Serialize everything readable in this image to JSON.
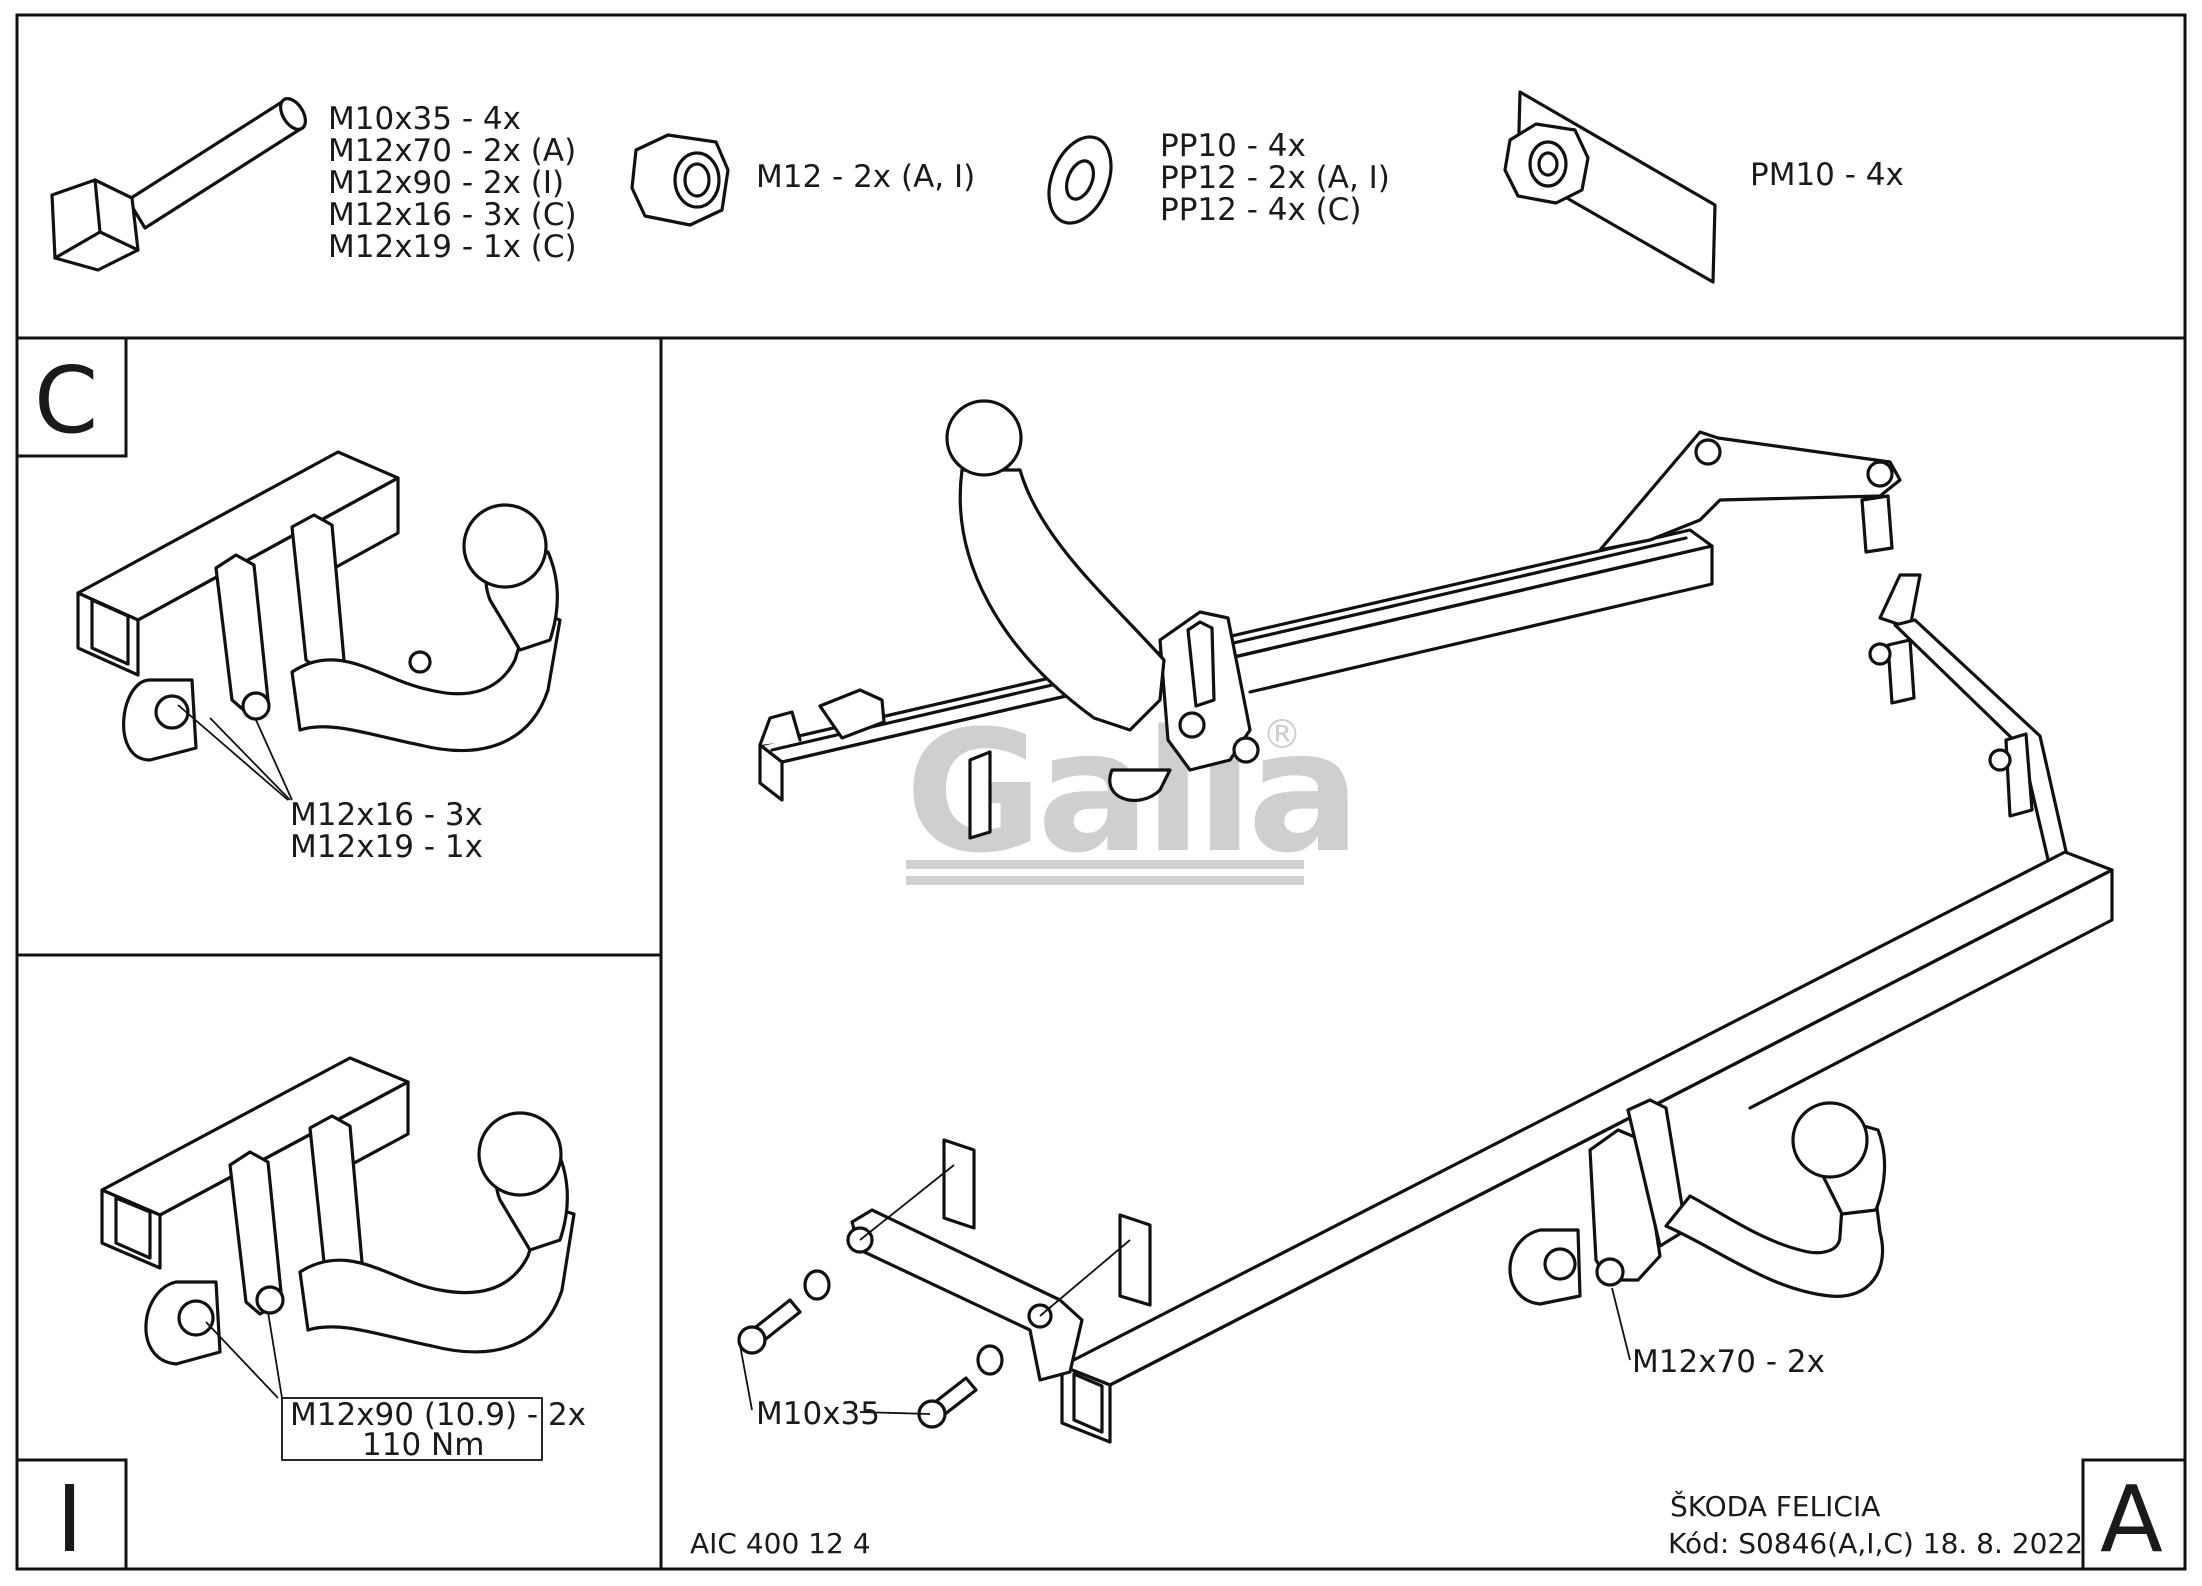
{
  "parts_header": {
    "bolts": [
      "M10x35 - 4x",
      "M12x70 - 2x (A)",
      "M12x90 - 2x (I)",
      "M12x16 - 3x (C)",
      "M12x19 - 1x (C)"
    ],
    "nut": "M12 - 2x (A, I)",
    "washers": [
      "PP10 - 4x",
      "PP12 - 2x (A, I)",
      "PP12 - 4x (C)"
    ],
    "plate_nut": "PM10 - 4x"
  },
  "panel_c": {
    "letter": "C",
    "callout": [
      "M12x16 - 3x",
      "M12x19 - 1x"
    ]
  },
  "panel_i": {
    "letter": "I",
    "callout": [
      "M12x90 (10.9) - 2x",
      "110 Nm"
    ]
  },
  "panel_a": {
    "letter": "A",
    "callout_bolts": "M10x35",
    "callout_mount": "M12x70 - 2x"
  },
  "watermark": {
    "text": "Galia",
    "registered": "®",
    "color": "#cfcfcf"
  },
  "footer": {
    "code_left": "AIC 400 12 4",
    "vehicle": "ŠKODA FELICIA",
    "code_right": "Kód: S0846(A,I,C)  18. 8. 2022"
  }
}
